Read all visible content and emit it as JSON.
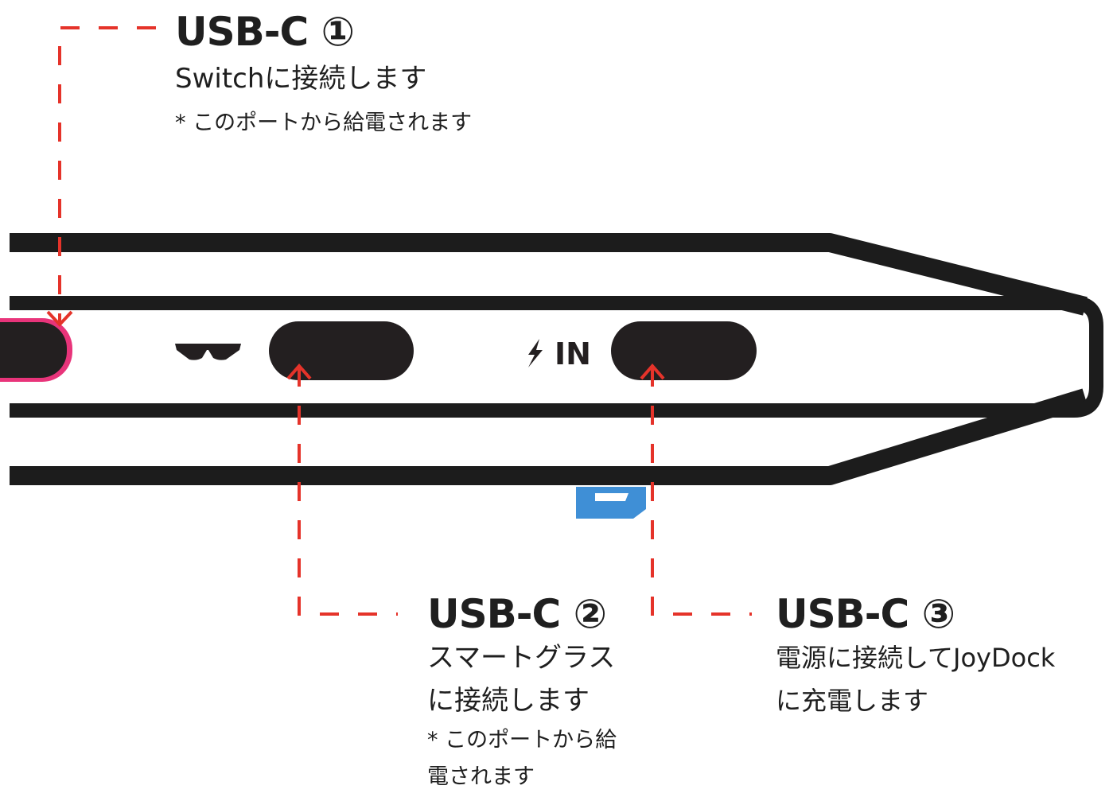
{
  "ports": [
    {
      "id": "usb-c-1",
      "title": "USB-C ①",
      "description": [
        "Switchに接続します"
      ],
      "note": [
        "* このポートから給電されます"
      ]
    },
    {
      "id": "usb-c-2",
      "title": "USB-C ②",
      "description": [
        "スマートグラス",
        "に接続します"
      ],
      "note": [
        "* このポートから給",
        "電されます"
      ]
    },
    {
      "id": "usb-c-3",
      "title": "USB-C ③",
      "description": [
        "電源に接続してJoyDock",
        "に充電します"
      ],
      "note": []
    }
  ],
  "device": {
    "power_input_label": "IN",
    "icons": [
      "sunglasses-icon",
      "lightning-icon"
    ]
  },
  "colors": {
    "outline": "#1c1c1c",
    "port_fill": "#231f20",
    "callout_line": "#e5332a",
    "port1_highlight": "#e8347a",
    "tab_blue": "#3f8fd6"
  }
}
